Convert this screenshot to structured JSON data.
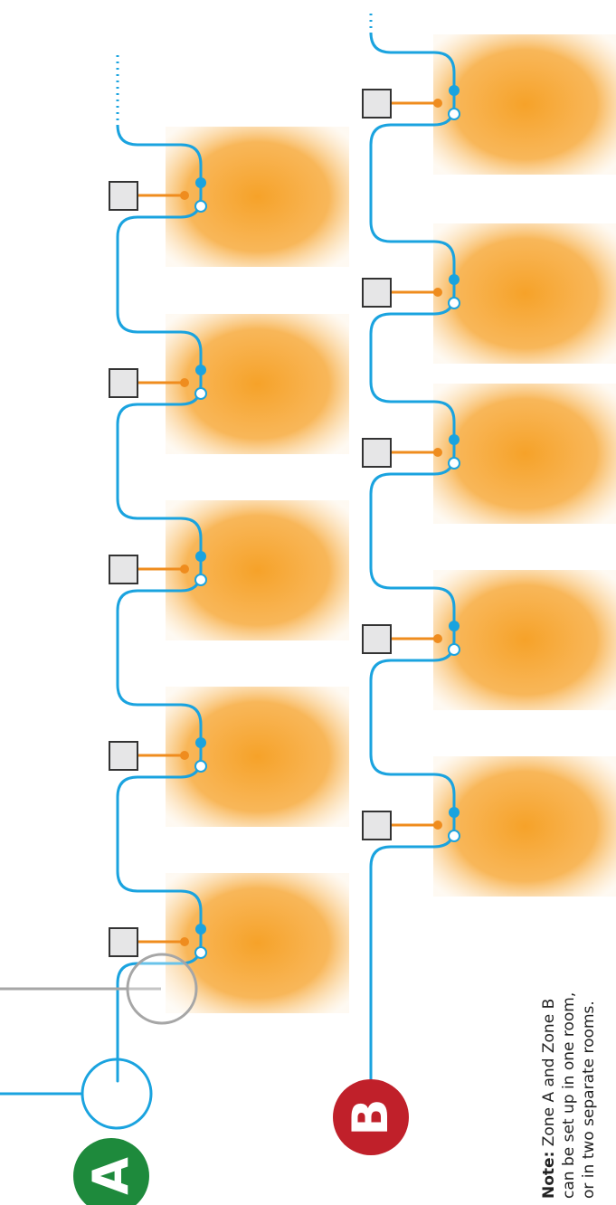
{
  "zone_a": {
    "badge": "A",
    "color": "#1e8a3c",
    "heater_count": 5
  },
  "zone_b": {
    "badge": "B",
    "color": "#c0202a",
    "heater_count": 5
  },
  "colors": {
    "pipe": "#1aa3df",
    "link": "#ef8c1e",
    "heater": "#f7a737",
    "callout": "#a6a6a6",
    "box_fill": "#e6e6e7",
    "box_stroke": "#333333"
  },
  "note": {
    "bold": "Note:",
    "line1": " Zone A and Zone B",
    "line2": "can be set up in one room,",
    "line3": "or in two separate rooms."
  }
}
